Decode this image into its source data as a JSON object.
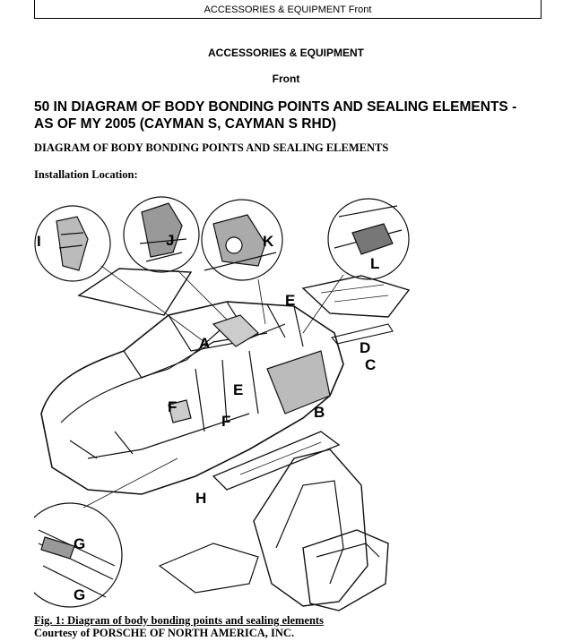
{
  "header": {
    "running_title": "ACCESSORIES & EQUIPMENT Front"
  },
  "section": {
    "title": "ACCESSORIES & EQUIPMENT",
    "subtitle": "Front"
  },
  "document": {
    "title": "50 IN DIAGRAM OF BODY BONDING POINTS AND SEALING ELEMENTS - AS OF MY 2005 (CAYMAN S, CAYMAN S RHD)",
    "subheading": "DIAGRAM OF BODY BONDING POINTS AND SEALING ELEMENTS",
    "install_label": "Installation Location:"
  },
  "figure": {
    "callouts": [
      "A",
      "B",
      "C",
      "D",
      "E",
      "E",
      "F",
      "F",
      "G",
      "G",
      "H",
      "I",
      "J",
      "K",
      "L"
    ],
    "caption": "Fig. 1: Diagram of body bonding points and sealing elements",
    "credit": "Courtesy of PORSCHE OF NORTH AMERICA, INC."
  }
}
